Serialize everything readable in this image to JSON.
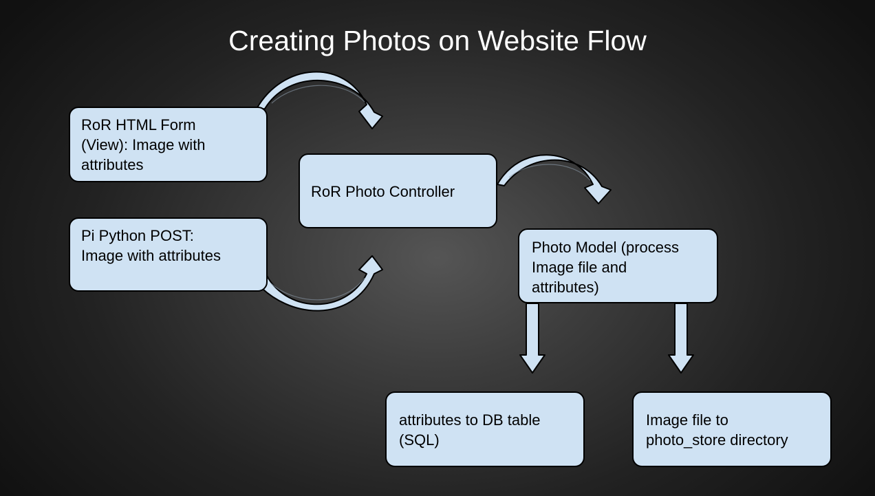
{
  "title": "Creating Photos on Website Flow",
  "nodes": {
    "html_form": {
      "lines": [
        "RoR HTML Form",
        "(View): Image with",
        "attributes"
      ]
    },
    "python_post": {
      "lines": [
        "Pi Python POST:",
        "Image with attributes"
      ]
    },
    "photo_controller": {
      "lines": [
        "RoR Photo Controller"
      ]
    },
    "photo_model": {
      "lines": [
        "Photo Model (process",
        "Image file and",
        "attributes)"
      ]
    },
    "db_table": {
      "lines": [
        "attributes to DB table",
        "(SQL)"
      ]
    },
    "photo_store": {
      "lines": [
        "Image file to",
        "photo_store directory"
      ]
    }
  },
  "colors": {
    "box_fill": "#cfe2f3",
    "box_border": "#000000",
    "arrow_fill": "#cfe2f3",
    "title_text": "#ffffff"
  }
}
